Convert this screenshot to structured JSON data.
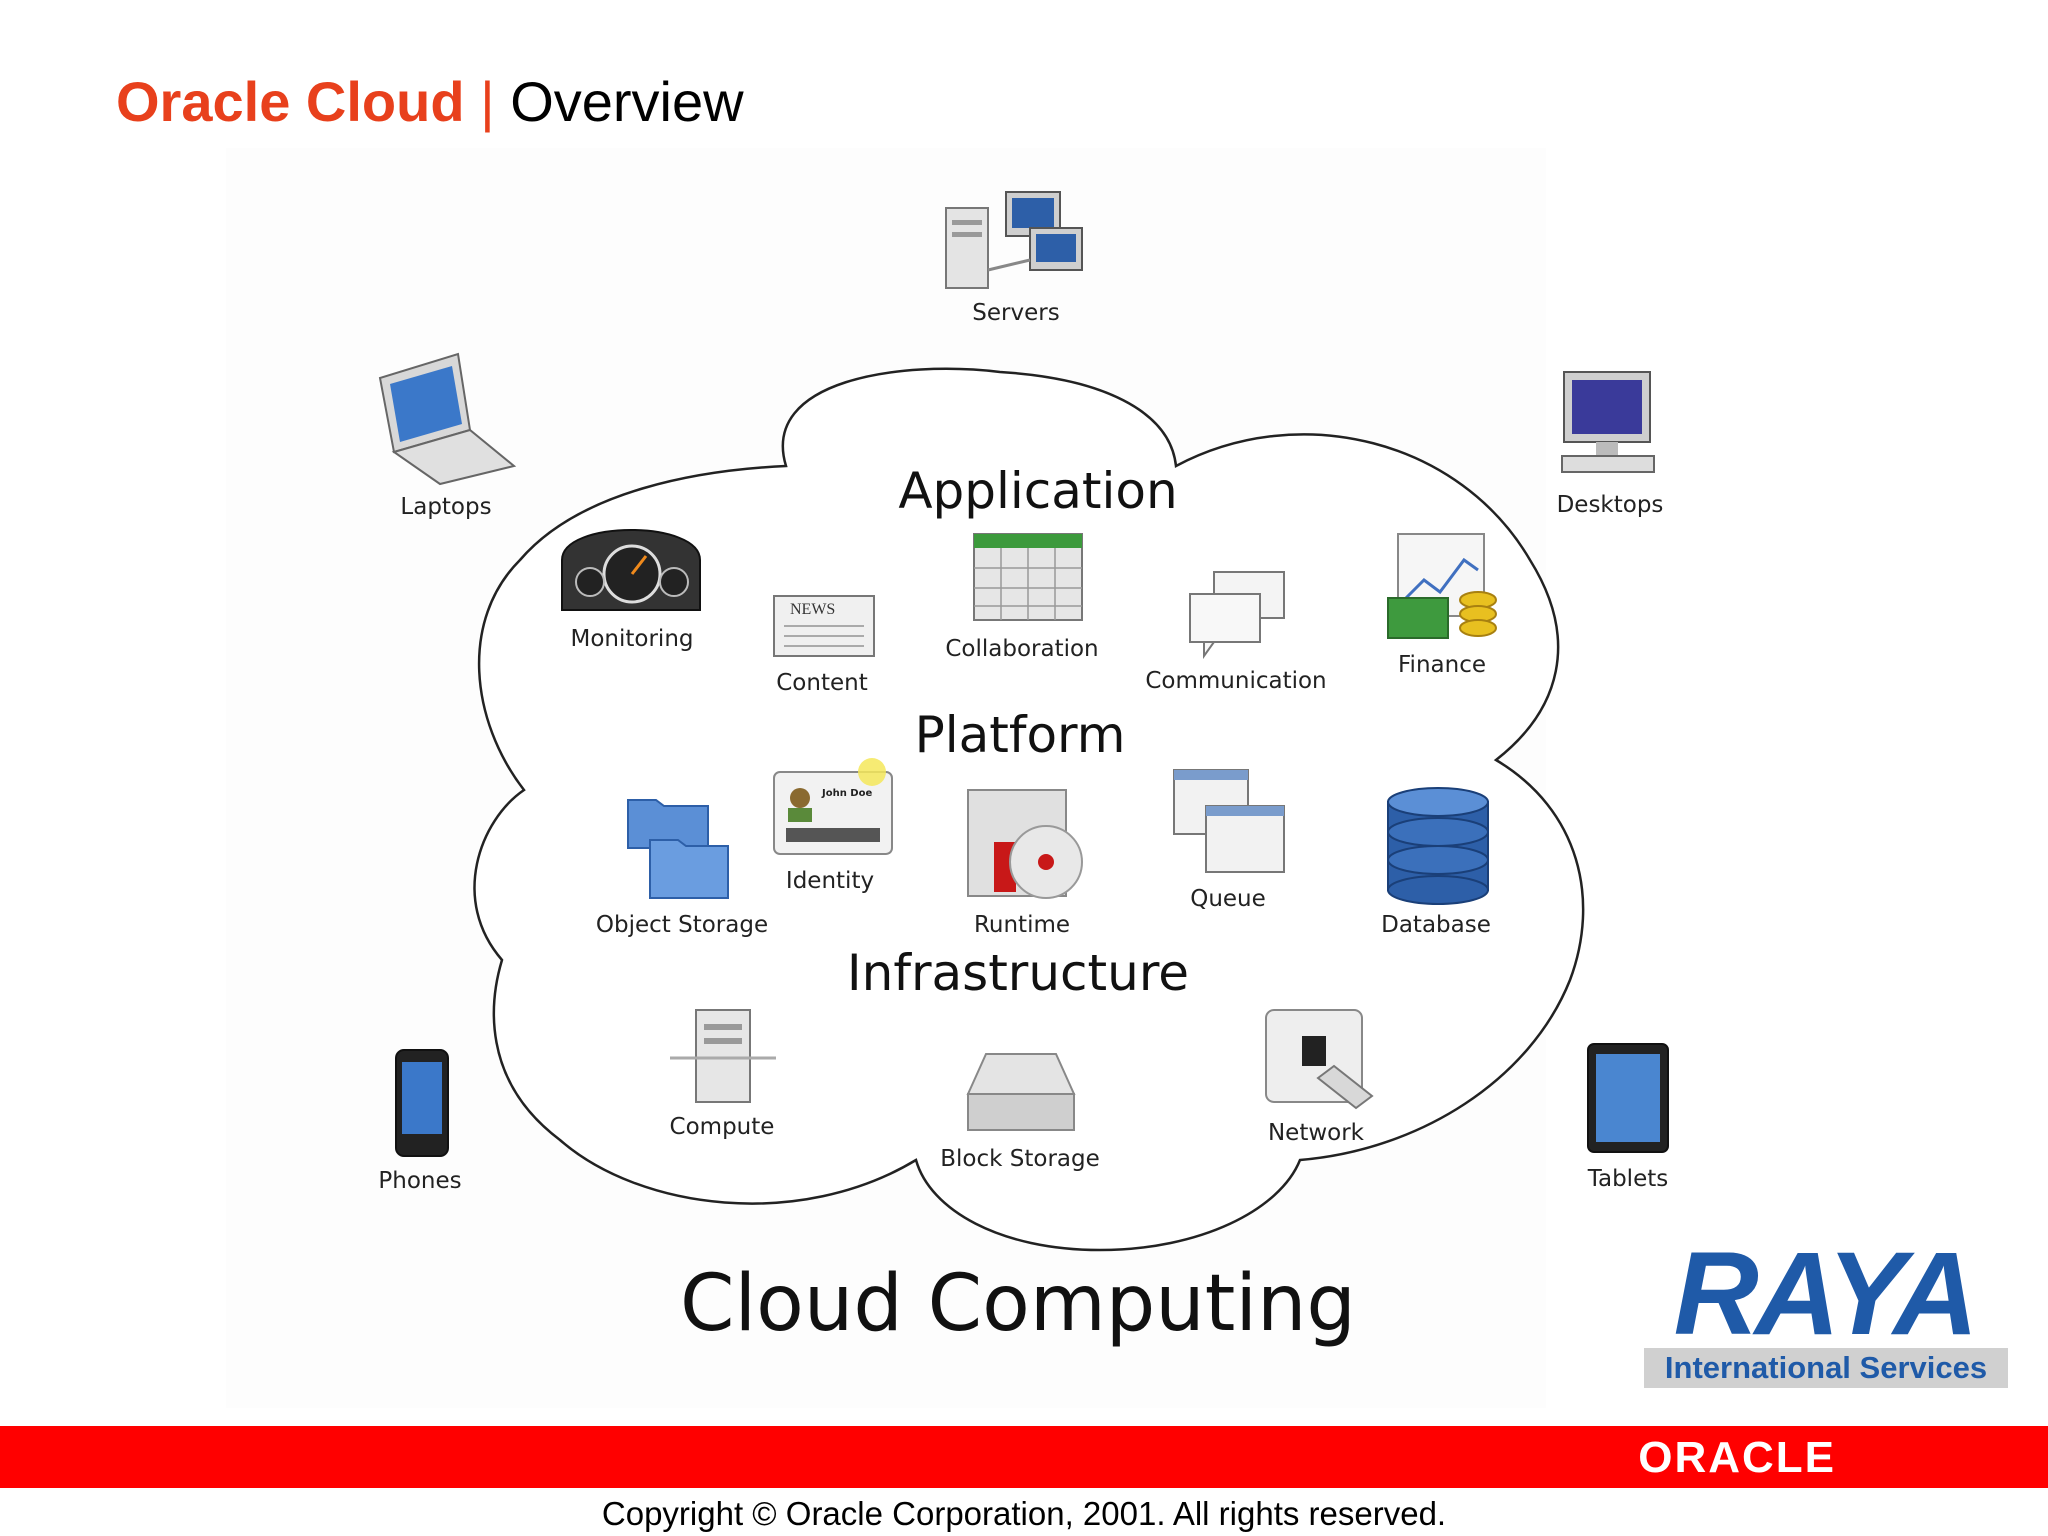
{
  "header": {
    "brand": "Oracle Cloud",
    "separator": "|",
    "page": "Overview"
  },
  "diagram": {
    "title": "Cloud Computing",
    "sections": {
      "application": "Application",
      "platform": "Platform",
      "infrastructure": "Infrastructure"
    },
    "clients": {
      "servers": "Servers",
      "laptops": "Laptops",
      "desktops": "Desktops",
      "phones": "Phones",
      "tablets": "Tablets"
    },
    "application_items": {
      "monitoring": "Monitoring",
      "content": "Content",
      "collaboration": "Collaboration",
      "communication": "Communication",
      "finance": "Finance"
    },
    "platform_items": {
      "object_storage": "Object Storage",
      "identity": "Identity",
      "runtime": "Runtime",
      "queue": "Queue",
      "database": "Database"
    },
    "infrastructure_items": {
      "compute": "Compute",
      "block_storage": "Block Storage",
      "network": "Network"
    },
    "icon_text": {
      "news": "NEWS",
      "id_name": "John Doe"
    }
  },
  "logos": {
    "raya": "RAYA",
    "raya_sub": "International Services",
    "oracle": "ORACLE"
  },
  "footer": {
    "copyright": "Copyright © Oracle Corporation, 2001. All rights reserved."
  },
  "colors": {
    "brand_red": "#e8401c",
    "footer_red": "#ff0000",
    "raya_blue": "#1f5aa8"
  }
}
